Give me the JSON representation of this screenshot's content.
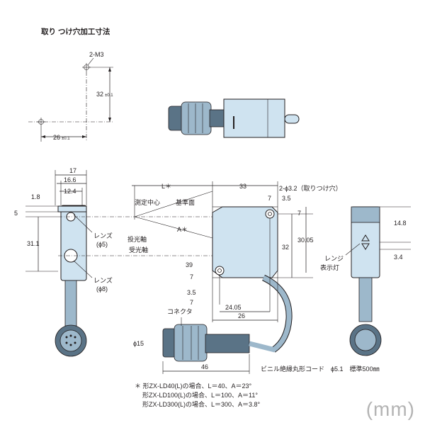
{
  "title": "取り つけ穴加工寸法",
  "unit_label": "(mm)",
  "mounting_hole": {
    "hole_label": "2-M3",
    "dim_vertical": "32",
    "dim_vertical_tol": "±0.1",
    "dim_horizontal": "26",
    "dim_horizontal_tol": "±0.1"
  },
  "left_view": {
    "dims": [
      "17",
      "16.6",
      "12.4",
      "1.8",
      "5",
      "31.1"
    ],
    "lens_emit": "レンズ",
    "lens_emit_size": "(ϕ5)",
    "lens_receive": "レンズ",
    "lens_receive_size": "(ϕ8)"
  },
  "front_view": {
    "dim_L": "L＊",
    "dim_top": "33",
    "hole_note": "2-ϕ3.2（取りつけ穴）",
    "measure_center": "測定中心",
    "reference_plane": "基準面",
    "angle": "A＊",
    "emit_axis": "投光軸",
    "receive_axis": "受光軸",
    "dims": [
      "7",
      "3.5",
      "7",
      "32",
      "30.05",
      "39",
      "7",
      "3.5",
      "7",
      "24.05",
      "26"
    ]
  },
  "right_view": {
    "dims": [
      "14.8",
      "3.4"
    ],
    "range_indicator": "レンジ\n表示灯"
  },
  "connector": {
    "label": "コネクタ",
    "diameter": "ϕ15",
    "length": "46"
  },
  "cord_note": "ビニル絶縁丸形コード　ϕ5.1　標準500㎜",
  "notes": [
    "＊ 形ZX-LD40(L)の場合、L＝40、A＝23°",
    "形ZX-LD100(L)の場合、L＝100、A＝11°",
    "形ZX-LD300(L)の場合、L＝300、A＝3.8°"
  ]
}
